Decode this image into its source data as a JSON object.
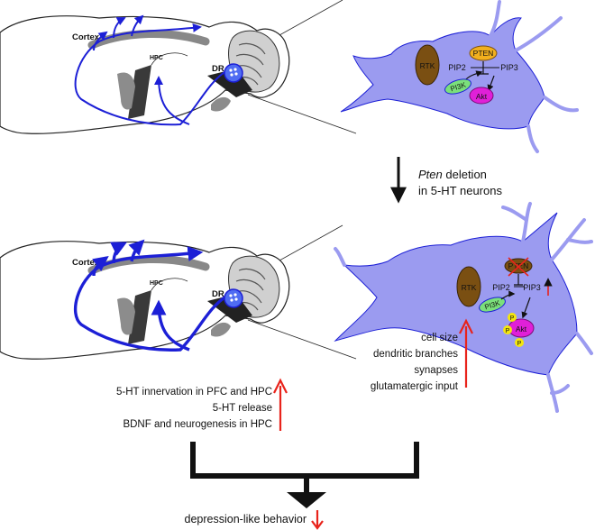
{
  "top_panel": {
    "brain": {
      "cortex_label": "Cortex",
      "hpc_label": "HPC",
      "dr_label": "DR"
    },
    "neuron": {
      "rtk_label": "RTK",
      "pten_label": "PTEN",
      "pip2_label": "PIP2",
      "pip3_label": "PIP3",
      "pi3k_label": "PI3K",
      "akt_label": "Akt"
    }
  },
  "transition": {
    "gene": "Pten",
    "line1_rest": " deletion",
    "line2": "in 5-HT neurons"
  },
  "bottom_panel": {
    "brain": {
      "cortex_label": "Cortex",
      "hpc_label": "HPC",
      "dr_label": "DR"
    },
    "neuron": {
      "rtk_label": "RTK",
      "pten_label": "PTEN",
      "pip2_label": "PIP2",
      "pip3_label": "PIP3",
      "pi3k_label": "PI3K",
      "akt_label": "Akt",
      "p_label": "P"
    },
    "neuron_effects": [
      "cell size",
      "dendritic branches",
      "synapses",
      "glutamatergic input"
    ],
    "brain_effects": [
      "5-HT innervation in PFC and HPC",
      "5-HT release",
      "BDNF and neurogenesis in HPC"
    ]
  },
  "outcome": {
    "label": "depression-like behavior"
  },
  "colors": {
    "projection_blue": "#1c1fd6",
    "neuron_fill": "#9b9bf0",
    "rtk_brown": "#7a4f12",
    "pten_orange": "#f2b01e",
    "pi3k_green": "#7be07b",
    "akt_magenta": "#e020d8",
    "phospho_yellow": "#f4e60e",
    "increase_red": "#e8231b",
    "brain_gray": "#8c8c8c"
  }
}
